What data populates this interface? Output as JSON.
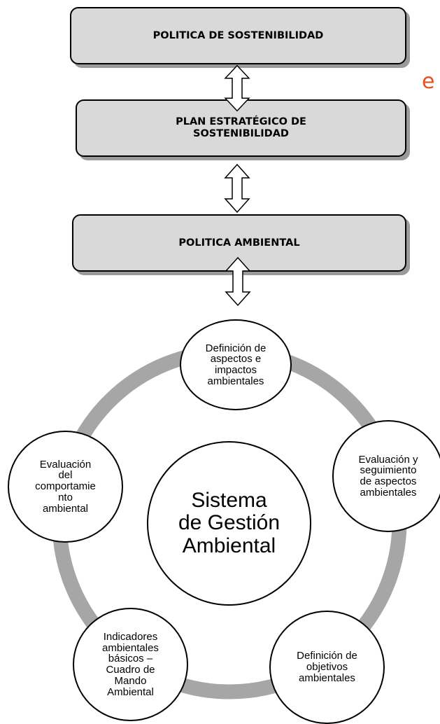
{
  "boxes": {
    "politica_sostenibilidad": "POLITICA DE SOSTENIBILIDAD",
    "plan_estrategico": "PLAN  ESTRATÉGICO DE\nSOSTENIBILIDAD",
    "politica_ambiental": "POLITICA AMBIENTAL"
  },
  "corner_fragment": "e",
  "cycle": {
    "center": "Sistema\nde Gestión\nAmbiental",
    "nodes": [
      "Definición de\naspectos e\nimpactos\nambientales",
      "Evaluación y\nseguimiento\nde aspectos\nambientales",
      "Definición de\nobjetivos\nambientales",
      "Indicadores\nambientales\nbásicos –\nCuadro de\nMando\nAmbiental",
      "Evaluación\ndel\ncomportamie\nnto\nambiental"
    ]
  },
  "colors": {
    "box_fill": "#d9d9d9",
    "box_shadow": "#9a9a9a",
    "ring": "#a6a6a6",
    "corner_fragment": "#e8521e"
  }
}
